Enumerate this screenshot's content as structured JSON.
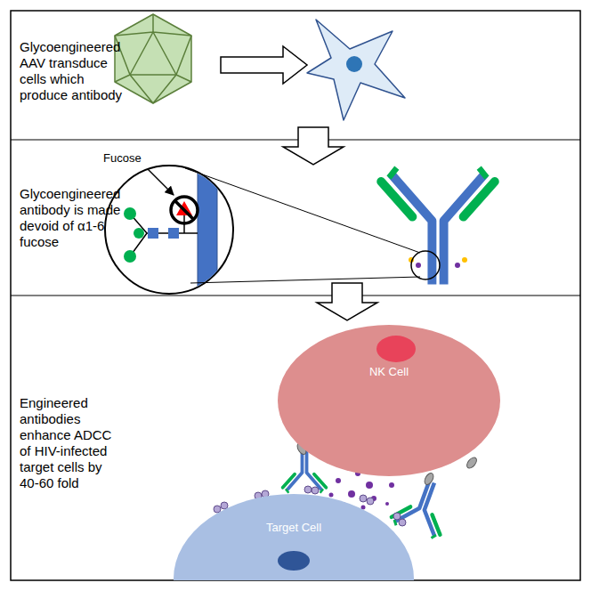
{
  "diagram": {
    "nodes": [
      {
        "text": [
          "Glycoengineered AAV transduce cells which produce antibody"
        ]
      },
      {
        "text": [
          "Glycoengineered antibody is made devoid of α1-6 fucose"
        ]
      },
      {
        "text": [
          "Engineered antibodies enhance ADCC of HIV-infected target cells by 40-60 fold"
        ]
      },
      {
        "text": [
          "NK Cell"
        ],
        "in": 2
      },
      {
        "text": [
          "Target Cell"
        ],
        "in": 2
      }
    ],
    "edges": [
      {
        "from": 0,
        "to": 1,
        "arrow": "to"
      },
      {
        "from": 1,
        "to": 2,
        "arrow": "to"
      }
    ],
    "labels": [
      "Fucose"
    ]
  }
}
